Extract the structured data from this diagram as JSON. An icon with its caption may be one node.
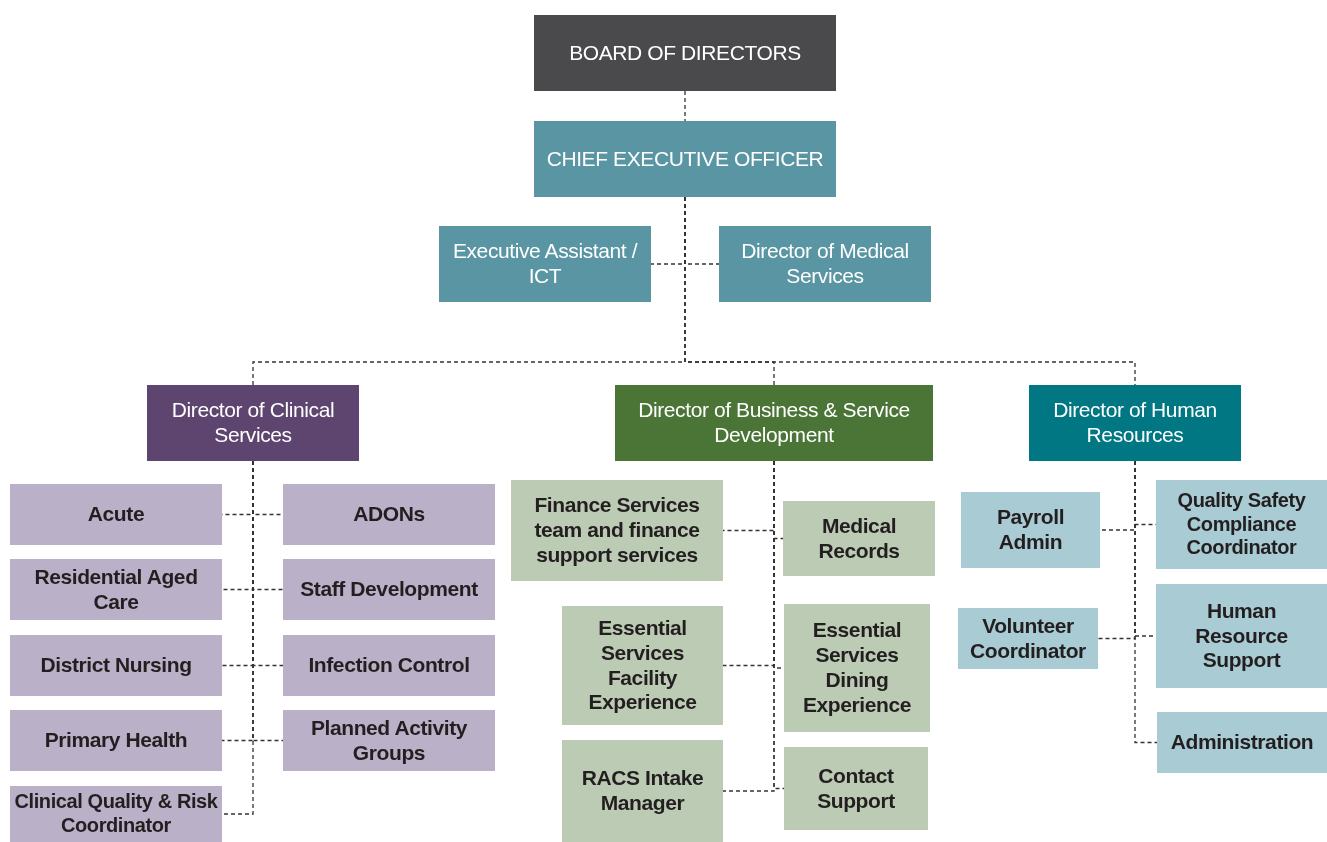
{
  "diagram": {
    "nodes": [
      {
        "text": [
          "BOARD OF DIRECTORS"
        ]
      },
      {
        "text": [
          "CHIEF EXECUTIVE OFFICER"
        ]
      },
      {
        "text": [
          "Executive Assistant / ICT"
        ]
      },
      {
        "text": [
          "Director of Medical Services"
        ]
      },
      {
        "text": [
          "Director of Clinical Services"
        ]
      },
      {
        "text": [
          "Director of Business & Service Development"
        ]
      },
      {
        "text": [
          "Director of Human Resources"
        ]
      },
      {
        "text": [
          "Acute"
        ]
      },
      {
        "text": [
          "ADONs"
        ]
      },
      {
        "text": [
          "Residential Aged Care"
        ]
      },
      {
        "text": [
          "Staff Development"
        ]
      },
      {
        "text": [
          "District Nursing"
        ]
      },
      {
        "text": [
          "Infection Control"
        ]
      },
      {
        "text": [
          "Primary Health"
        ]
      },
      {
        "text": [
          "Planned Activity Groups"
        ]
      },
      {
        "text": [
          "Clinical Quality & Risk Coordinator"
        ]
      },
      {
        "text": [
          "Finance Services team and finance support services"
        ]
      },
      {
        "text": [
          "Medical Records"
        ]
      },
      {
        "text": [
          "Essential Services Facility Experience"
        ]
      },
      {
        "text": [
          "Essential Services Dining Experience"
        ]
      },
      {
        "text": [
          "RACS Intake Manager"
        ]
      },
      {
        "text": [
          "Contact Support"
        ]
      },
      {
        "text": [
          "Payroll Admin"
        ]
      },
      {
        "text": [
          "Quality Safety Compliance Coordinator"
        ]
      },
      {
        "text": [
          "Volunteer Coordinator"
        ]
      },
      {
        "text": [
          "Human Resource Support"
        ]
      },
      {
        "text": [
          "Administration"
        ]
      }
    ],
    "edges": [
      {
        "from": 0,
        "to": 1,
        "arrow": "none"
      },
      {
        "from": 1,
        "to": 2,
        "arrow": "none"
      },
      {
        "from": 1,
        "to": 3,
        "arrow": "none"
      },
      {
        "from": 1,
        "to": 4,
        "arrow": "none"
      },
      {
        "from": 1,
        "to": 5,
        "arrow": "none"
      },
      {
        "from": 1,
        "to": 6,
        "arrow": "none"
      },
      {
        "from": 4,
        "to": 7,
        "arrow": "none"
      },
      {
        "from": 4,
        "to": 8,
        "arrow": "none"
      },
      {
        "from": 4,
        "to": 9,
        "arrow": "none"
      },
      {
        "from": 4,
        "to": 10,
        "arrow": "none"
      },
      {
        "from": 4,
        "to": 11,
        "arrow": "none"
      },
      {
        "from": 4,
        "to": 12,
        "arrow": "none"
      },
      {
        "from": 4,
        "to": 13,
        "arrow": "none"
      },
      {
        "from": 4,
        "to": 14,
        "arrow": "none"
      },
      {
        "from": 4,
        "to": 15,
        "arrow": "none"
      },
      {
        "from": 5,
        "to": 16,
        "arrow": "none"
      },
      {
        "from": 5,
        "to": 17,
        "arrow": "none"
      },
      {
        "from": 5,
        "to": 18,
        "arrow": "none"
      },
      {
        "from": 5,
        "to": 19,
        "arrow": "none"
      },
      {
        "from": 5,
        "to": 20,
        "arrow": "none"
      },
      {
        "from": 5,
        "to": 21,
        "arrow": "none"
      },
      {
        "from": 6,
        "to": 22,
        "arrow": "none"
      },
      {
        "from": 6,
        "to": 23,
        "arrow": "none"
      },
      {
        "from": 6,
        "to": 24,
        "arrow": "none"
      },
      {
        "from": 6,
        "to": 25,
        "arrow": "none"
      },
      {
        "from": 6,
        "to": 26,
        "arrow": "none"
      }
    ]
  }
}
